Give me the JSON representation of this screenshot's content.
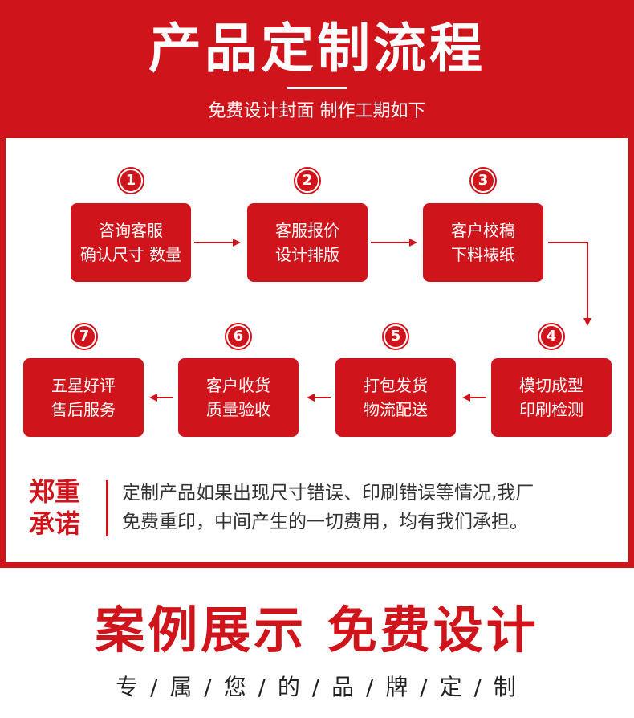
{
  "header": {
    "title": "产品定制流程",
    "subtitle": "免费设计封面 制作工期如下"
  },
  "steps": [
    {
      "number": "1",
      "line1": "咨询客服",
      "line2": "确认尺寸 数量"
    },
    {
      "number": "2",
      "line1": "客服报价",
      "line2": "设计排版"
    },
    {
      "number": "3",
      "line1": "客户校稿",
      "line2": "下料裱纸"
    },
    {
      "number": "4",
      "line1": "模切成型",
      "line2": "印刷检测"
    },
    {
      "number": "5",
      "line1": "打包发货",
      "line2": "物流配送"
    },
    {
      "number": "6",
      "line1": "客户收货",
      "line2": "质量验收"
    },
    {
      "number": "7",
      "line1": "五星好评",
      "line2": "售后服务"
    }
  ],
  "promise": {
    "heading_line1": "郑重",
    "heading_line2": "承诺",
    "text_line1": "定制产品如果出现尺寸错误、印刷错误等情况,我厂",
    "text_line2": "免费重印，中间产生的一切费用，均有我们承担。"
  },
  "showcase": {
    "title": "案例展示  免费设计",
    "subtitle": "专 / 属 / 您 / 的 / 品 / 牌 / 定 / 制"
  },
  "colors": {
    "brand_red": "#d0141b",
    "panel_bg": "#ffffff",
    "body_text": "#333333"
  }
}
